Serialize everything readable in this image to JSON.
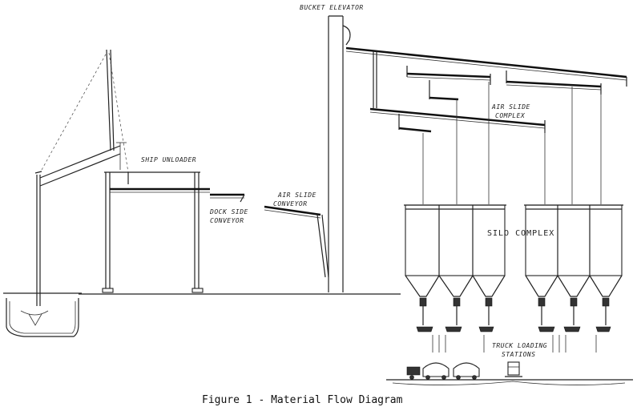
{
  "labels": {
    "bucket_elevator": "BUCKET ELEVATOR",
    "ship_unloader": "SHIP UNLOADER",
    "air_slide_conveyor_1": "AIR SLIDE",
    "air_slide_conveyor_2": "CONVEYOR",
    "dock_side_1": "DOCK SIDE",
    "dock_side_2": "CONVEYOR",
    "air_slide_complex_1": "AIR SLIDE",
    "air_slide_complex_2": "COMPLEX",
    "silo_complex": "SILO  COMPLEX",
    "truck_loading_1": "TRUCK LOADING",
    "truck_loading_2": "STATIONS"
  },
  "caption": "Figure 1 - Material Flow Diagram"
}
